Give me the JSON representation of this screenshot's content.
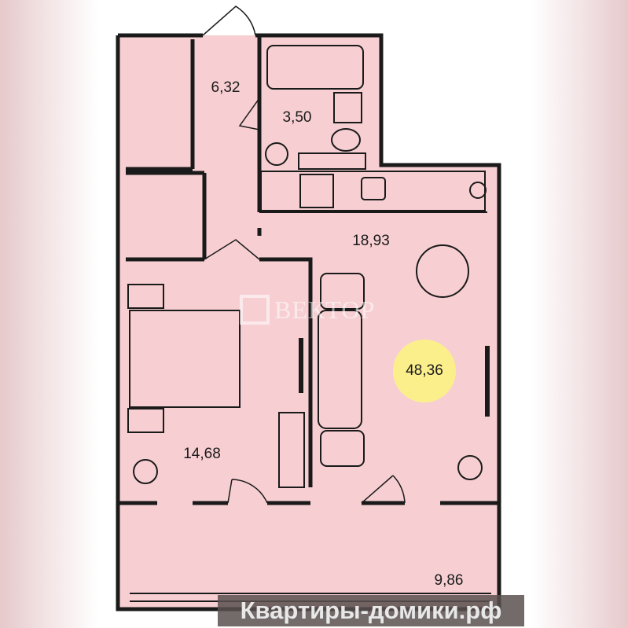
{
  "rooms": {
    "hall": "6,32",
    "bathroom": "3,50",
    "kitchen_living": "18,93",
    "bedroom": "14,68",
    "balcony": "9,86"
  },
  "total_area": "48,36",
  "watermarks": {
    "logo": "ВЕКТОР",
    "site": "Квартиры-домики.рф"
  },
  "colors": {
    "floor": "#f7cfd2",
    "wall": "#1a1a1a",
    "total_badge": "#fbef8c"
  }
}
